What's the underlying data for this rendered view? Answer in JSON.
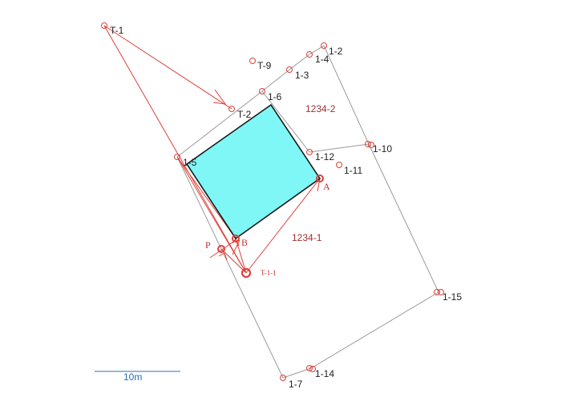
{
  "colors": {
    "boundary": "#9a9a9a",
    "construction": "#e0403a",
    "building_fill": "#7ff7f7",
    "building_stroke": "#1a1a1a",
    "scale_bar": "#2a6fb0"
  },
  "points": {
    "t1": "T-1",
    "t2": "T-2",
    "t9": "T-9",
    "p1_2": "1-2",
    "p1_3": "1-3",
    "p1_4": "1-4",
    "p1_5": "1-5",
    "p1_6": "1-6",
    "p1_7": "1-7",
    "p1_10": "1-10",
    "p1_11": "1-11",
    "p1_12": "1-12",
    "p1_14": "1-14",
    "p1_15": "1-15",
    "pt_a": "A",
    "pt_b": "B",
    "pt_p": "P",
    "t1_1": "T-1-1"
  },
  "parcels": {
    "north": "1234-2",
    "south": "1234-1"
  },
  "scale": {
    "label": "10m"
  }
}
